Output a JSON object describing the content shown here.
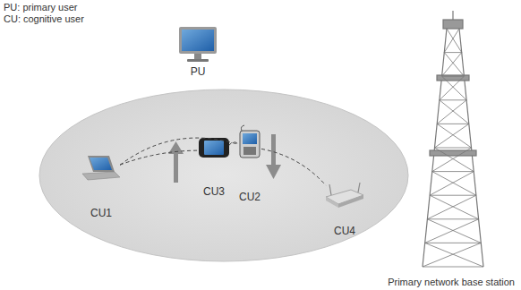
{
  "diagram": {
    "nodes": [
      {
        "text": [
          "PU"
        ]
      },
      {
        "text": [
          "CU1"
        ]
      },
      {
        "text": [
          "CU3"
        ]
      },
      {
        "text": [
          "CU2"
        ]
      },
      {
        "text": [
          "CU4"
        ]
      },
      {
        "text": [
          "Primary network base station"
        ]
      }
    ],
    "edges": [
      {
        "from": 1,
        "to": 3,
        "arrow": "none"
      },
      {
        "from": 1,
        "to": 2,
        "arrow": "none"
      },
      {
        "from": 2,
        "to": 3,
        "arrow": "none"
      },
      {
        "from": 3,
        "to": 4,
        "arrow": "none"
      }
    ],
    "labels": [
      "PU: primary user",
      "CU: cognitive user"
    ]
  }
}
